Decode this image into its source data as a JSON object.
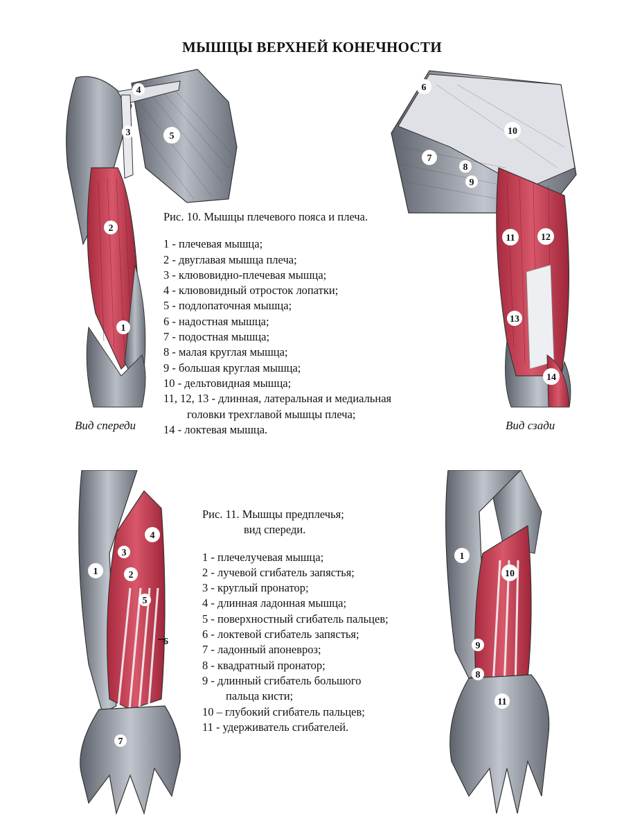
{
  "title": "МЫШЦЫ ВЕРХНЕЙ КОНЕЧНОСТИ",
  "fig10": {
    "caption": "Рис. 10. Мышцы плечевого пояса и плеча.",
    "legend": [
      "1 - плечевая мышца;",
      "2 - двуглавая мышца плеча;",
      "3 - клювовидно-плечевая мышца;",
      "4 - клювовидный отросток лопатки;",
      "5 - подлопаточная мышца;",
      "6 - надостная мышца;",
      "7 - подостная мышца;",
      "8 - малая круглая мышца;",
      "9 - большая круглая мышца;",
      "10 - дельтовидная мышца;",
      "11, 12, 13 - длинная, латеральная и медиальная",
      "головки трехглавой мышцы плеча;",
      "14 - локтевая мышца."
    ],
    "view_front": "Вид спереди",
    "view_back": "Вид сзади",
    "front_labels": [
      "1",
      "2",
      "3",
      "4",
      "5"
    ],
    "back_labels": [
      "6",
      "7",
      "8",
      "9",
      "10",
      "11",
      "12",
      "13",
      "14"
    ]
  },
  "fig11": {
    "caption_line1": "Рис. 11. Мышцы предплечья;",
    "caption_line2": "вид спереди.",
    "legend": [
      "1 - плечелучевая мышца;",
      "2 - лучевой сгибатель запястья;",
      "3 - круглый пронатор;",
      "4 - длинная ладонная мышца;",
      "5 - поверхностный сгибатель пальцев;",
      "6 - локтевой сгибатель запястья;",
      "7 - ладонный апоневроз;",
      "8 - квадратный пронатор;",
      "9 - длинный сгибатель большого",
      "пальца кисти;",
      "10 – глубокий сгибатель пальцев;",
      "11 - удерживатель сгибателей."
    ],
    "left_labels": [
      "1",
      "2",
      "3",
      "4",
      "5",
      "6",
      "7"
    ],
    "right_labels": [
      "1",
      "8",
      "9",
      "10",
      "11"
    ]
  },
  "colors": {
    "muscle_red": "#c23a4e",
    "muscle_gray": "#8c9099",
    "tendon": "#e9eaee"
  }
}
